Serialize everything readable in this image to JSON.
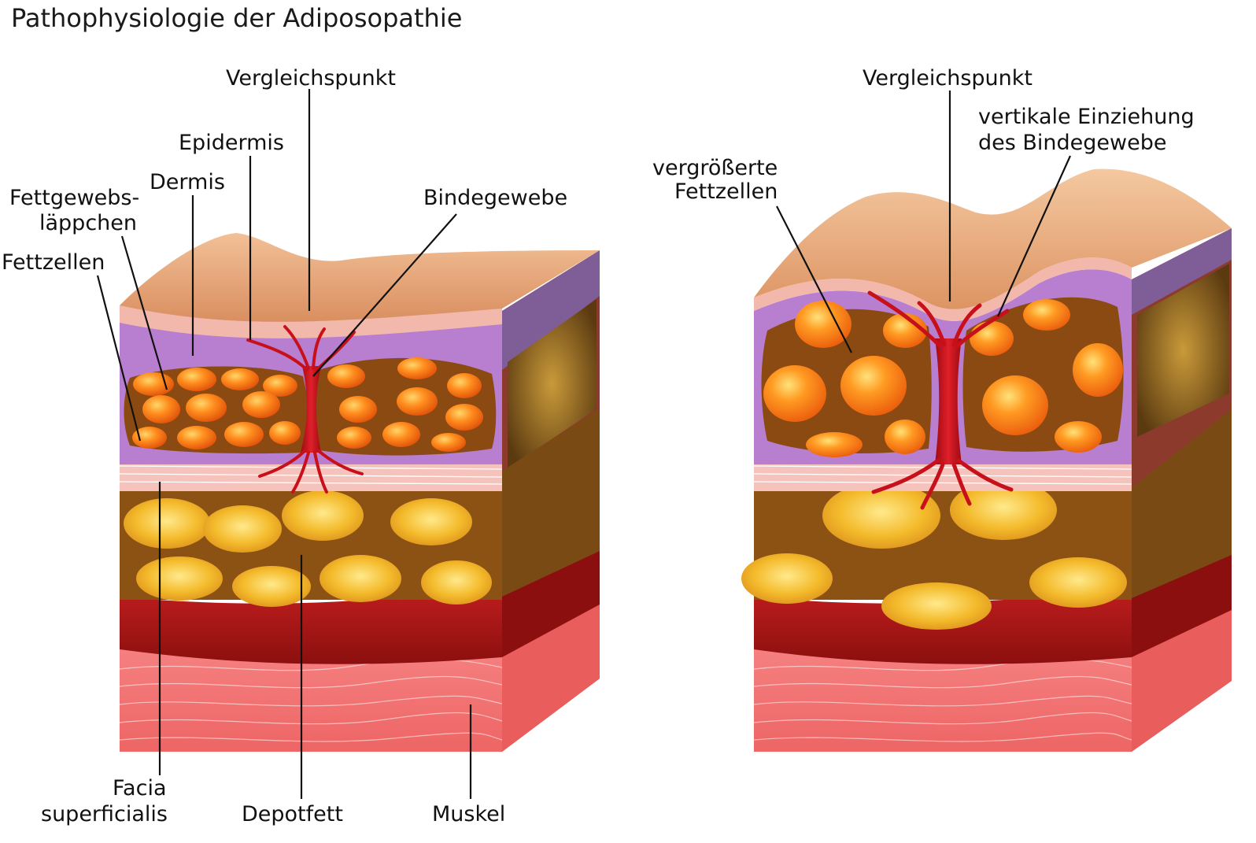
{
  "title": "Pathophysiologie der Adiposopathie",
  "colors": {
    "skin": "#e8a57b",
    "epidermis": "#f3b8ac",
    "dermis": "#b87fd0",
    "fat_lobule_bg": "#8b4a12",
    "fat_cell": "#ff7a12",
    "depot_bg": "#8c5214",
    "depot_cell": "#f0b020",
    "muscle_band": "#9e1414",
    "muscle": "#f26b6b",
    "connective": "#c8101a",
    "fascia": "#f6c2bc"
  },
  "left_panel": {
    "labels": {
      "vergleichspunkt": "Vergleichspunkt",
      "epidermis": "Epidermis",
      "dermis": "Dermis",
      "fettgewebs_1": "Fettgewebs-",
      "fettgewebs_2": "läppchen",
      "fettzellen": "Fettzellen",
      "bindegewebe": "Bindegewebe",
      "facia_1": "Facia",
      "facia_2": "superficialis",
      "depotfett": "Depotfett",
      "muskel": "Muskel"
    }
  },
  "right_panel": {
    "labels": {
      "vergleichspunkt": "Vergleichspunkt",
      "einziehung_1": "vertikale Einziehung",
      "einziehung_2": "des Bindegewebe",
      "vergr_1": "vergrößerte",
      "vergr_2": "Fettzellen"
    }
  }
}
